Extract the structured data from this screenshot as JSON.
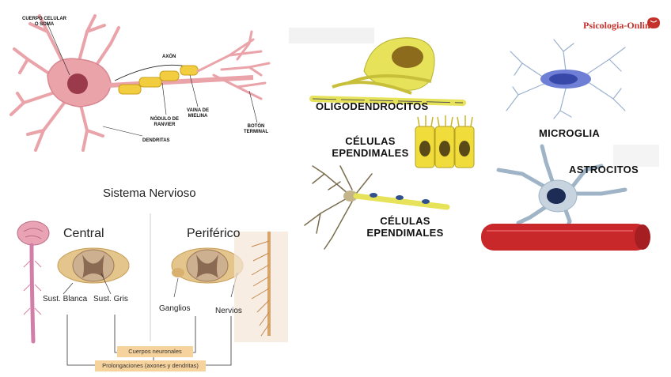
{
  "neuron": {
    "cuerpo_celular": "CUERPO CELULAR",
    "o_soma": "O SOMA",
    "axon": "AXÓN",
    "nodulo": "NÓDULO DE",
    "ranvier": "RANVIER",
    "vaina": "VAINA DE",
    "mielina": "MIELINA",
    "boton": "BOTÓN",
    "terminal": "TERMINAL",
    "dendritas": "DENDRITAS"
  },
  "nervous_system": {
    "title": "Sistema Nervioso",
    "central": "Central",
    "periferico": "Periférico",
    "sust_blanca": "Sust. Blanca",
    "sust_gris": "Sust. Gris",
    "ganglios": "Ganglios",
    "nervios": "Nervios",
    "cuerpos": "Cuerpos neuronales",
    "prolongaciones": "Prolongaciones (axones y dendritas)"
  },
  "glia": {
    "oligodendrocitos": "OLIGODENDROCITOS",
    "celulas_1": "CÉLULAS",
    "ependimales_1": "EPENDIMALES",
    "celulas_2": "CÉLULAS",
    "ependimales_2": "EPENDIMALES",
    "microglia": "MICROGLIA",
    "astrocitos": "ASTROCITOS"
  },
  "logo": "Psicologia-Online",
  "colors": {
    "neuron_pink": "#e9a3a9",
    "myelin_yellow": "#f2cd3f",
    "glia_yellow": "#e6e25a",
    "microglia_blue": "#4d63c7",
    "vessel_red": "#c8282a",
    "label_orange": "#f6d29d",
    "spinal_tan": "#e4c58b"
  }
}
